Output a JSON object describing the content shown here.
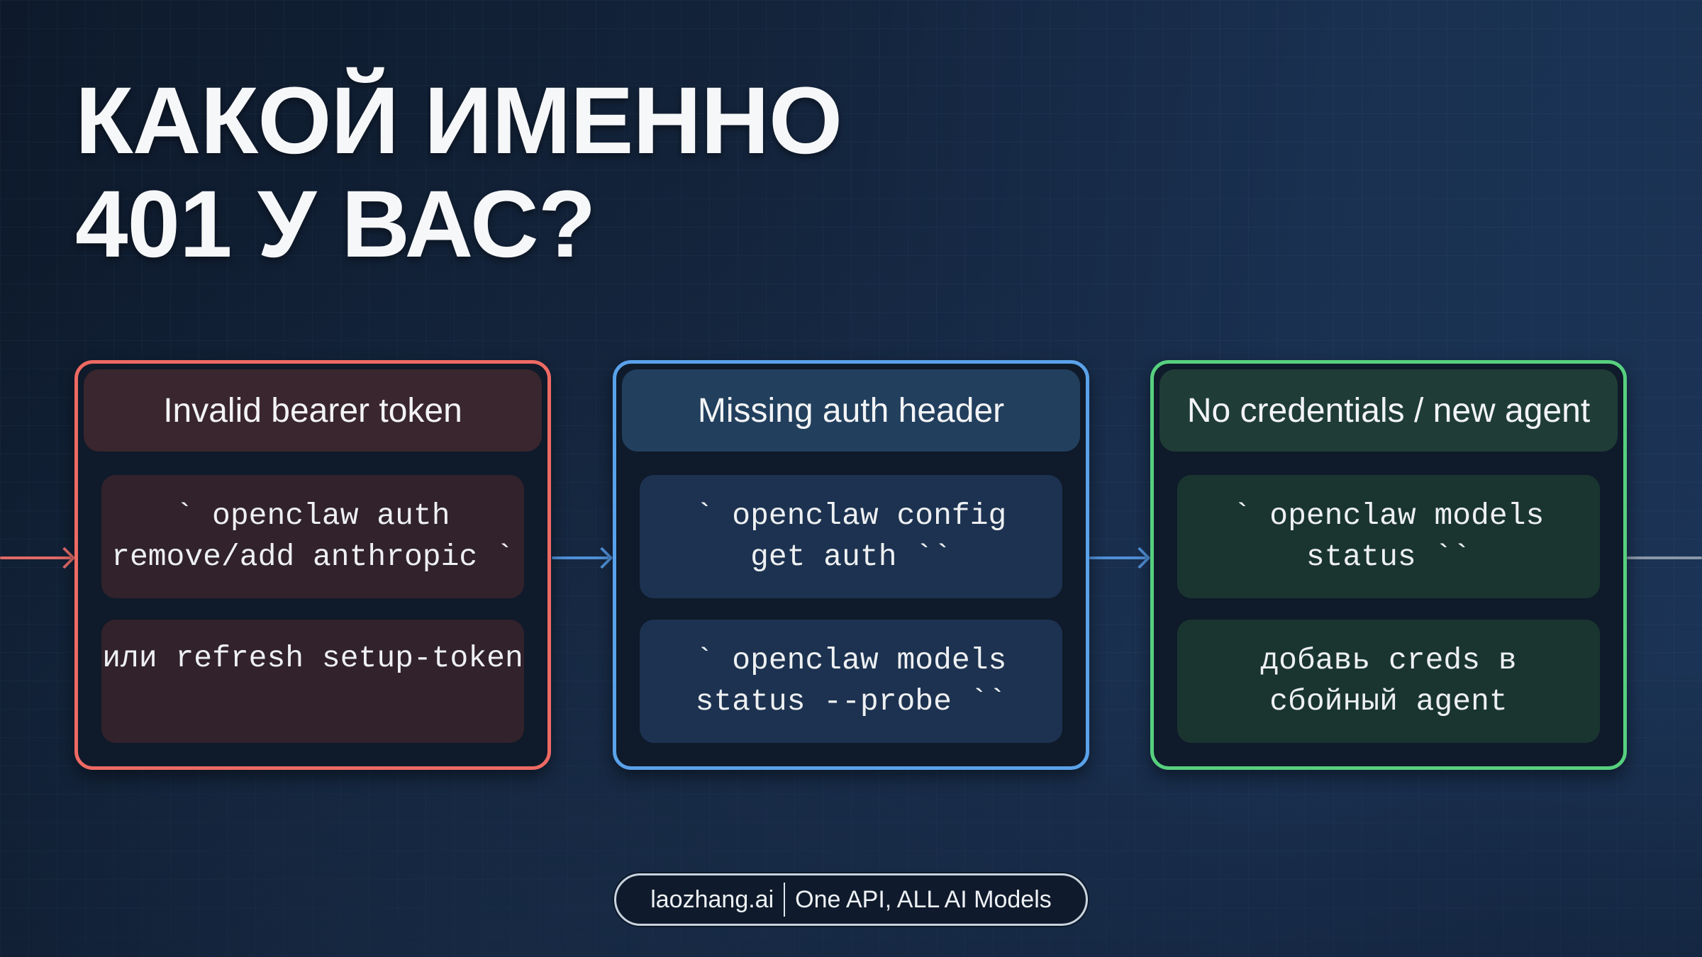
{
  "title": {
    "line1": "КАКОЙ ИМЕННО",
    "line2": "401 У ВАС?"
  },
  "cards": [
    {
      "heading": "Invalid bearer token",
      "accent": "#ee6a63",
      "items": [
        "` openclaw auth\nremove/add anthropic `",
        "или refresh setup-token"
      ]
    },
    {
      "heading": "Missing auth header",
      "accent": "#5aa2ea",
      "items": [
        "` openclaw config\nget auth ``",
        "` openclaw models\nstatus --probe ``"
      ]
    },
    {
      "heading": "No credentials / new agent",
      "accent": "#57d07e",
      "items": [
        "` openclaw models\nstatus ``",
        "добавь creds в\nсбойный agent"
      ]
    }
  ],
  "connectors": {
    "incoming_color": "#e06a66",
    "between_color": "#4f8fd6",
    "outgoing_color": "#8a97a8"
  },
  "footer": {
    "brand": "laozhang.ai",
    "tagline": "One API, ALL AI Models"
  }
}
